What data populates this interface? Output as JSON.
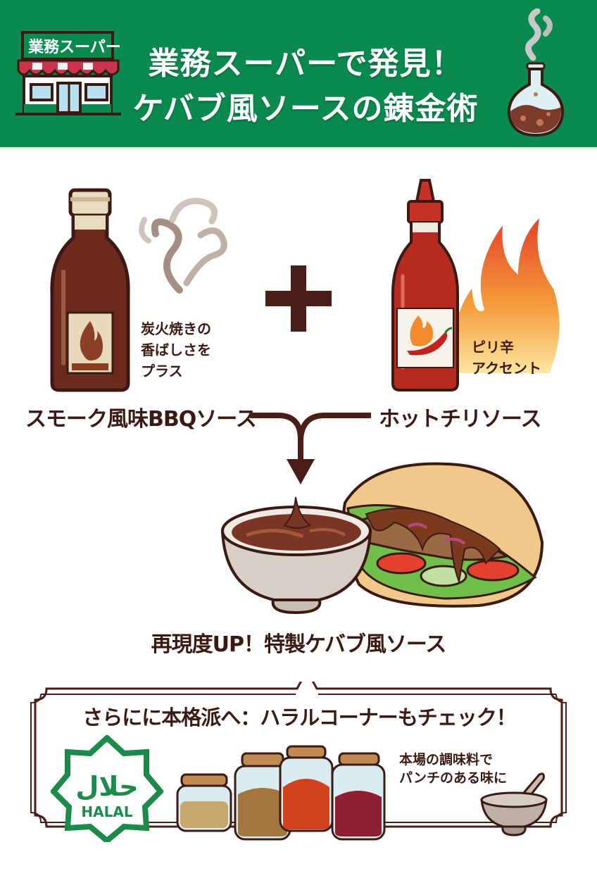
{
  "header": {
    "store_sign": "業務スーパー",
    "title_line1": "業務スーパーで発見！",
    "title_line2": "ケバブ風ソースの錬金術",
    "bg_color": "#0b8a4f"
  },
  "ingredients": {
    "left": {
      "name": "スモーク風味BBQソース",
      "note_lines": [
        "炭火焼きの",
        "香ばしさを",
        "プラス"
      ],
      "icon": "bbq-sauce-bottle-icon"
    },
    "operator": "+",
    "right": {
      "name": "ホットチリソース",
      "note_lines": [
        "ピリ辛",
        "アクセント"
      ],
      "icon": "hot-chili-sauce-bottle-icon"
    }
  },
  "result": {
    "label": "再現度UP！特製ケバブ風ソース",
    "icons": [
      "sauce-bowl-icon",
      "kebab-pita-icon"
    ]
  },
  "tip_box": {
    "heading": "さらにに本格派へ：ハラルコーナーもチェック！",
    "halal_badge_arabic": "حلال",
    "halal_badge_text": "HALAL",
    "note_lines": [
      "本場の調味料で",
      "パンチのある味に"
    ],
    "spice_jars": [
      {
        "color": "#c8a86a"
      },
      {
        "color": "#a2763c"
      },
      {
        "color": "#d2421c"
      },
      {
        "color": "#8e1f32"
      }
    ]
  },
  "colors": {
    "text_brown": "#3b1a14",
    "halal_green": "#1b8a4a",
    "frame_brown": "#4a1d16"
  }
}
